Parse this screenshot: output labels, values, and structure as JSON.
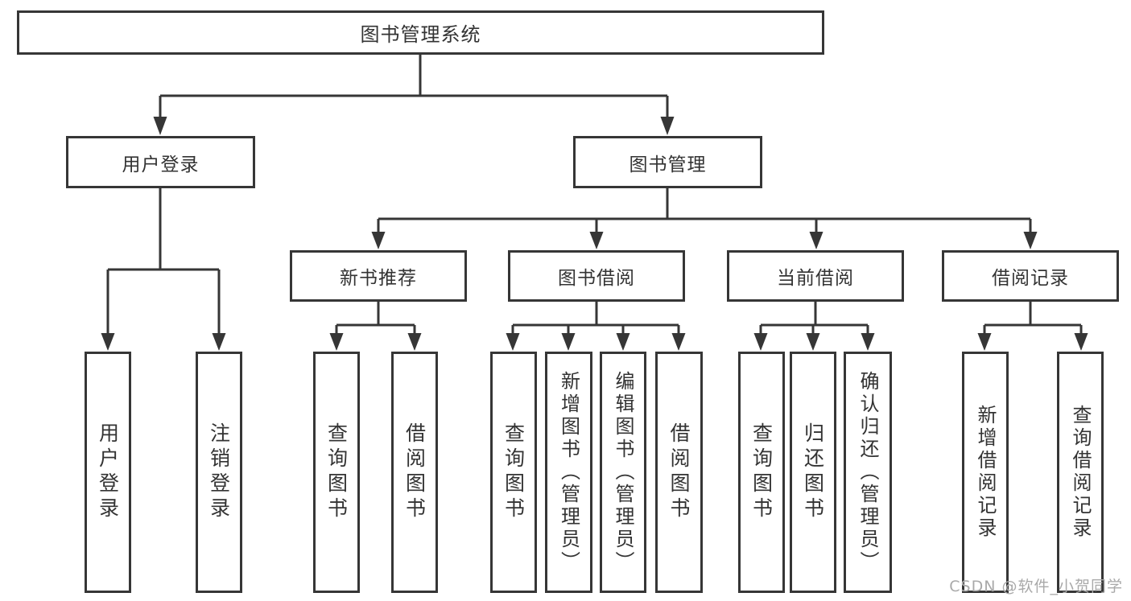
{
  "diagram": {
    "title": "图书管理系统",
    "branches": [
      {
        "label": "用户登录",
        "children": [
          "用户登录",
          "注销登录"
        ]
      },
      {
        "label": "图书管理",
        "sections": [
          {
            "label": "新书推荐",
            "children": [
              "查询图书",
              "借阅图书"
            ]
          },
          {
            "label": "图书借阅",
            "children": [
              "查询图书",
              "新增图书（管理员）",
              "编辑图书（管理员）",
              "借阅图书"
            ]
          },
          {
            "label": "当前借阅",
            "children": [
              "查询图书",
              "归还图书",
              "确认归还（管理员）"
            ]
          },
          {
            "label": "借阅记录",
            "children": [
              "新增借阅记录",
              "查询借阅记录"
            ]
          }
        ]
      }
    ]
  },
  "watermark": "CSDN @软件_小贺同学",
  "colors": {
    "line": "#363636",
    "text": "#333333",
    "watermark": "#a9a9a9",
    "background": "#ffffff"
  }
}
